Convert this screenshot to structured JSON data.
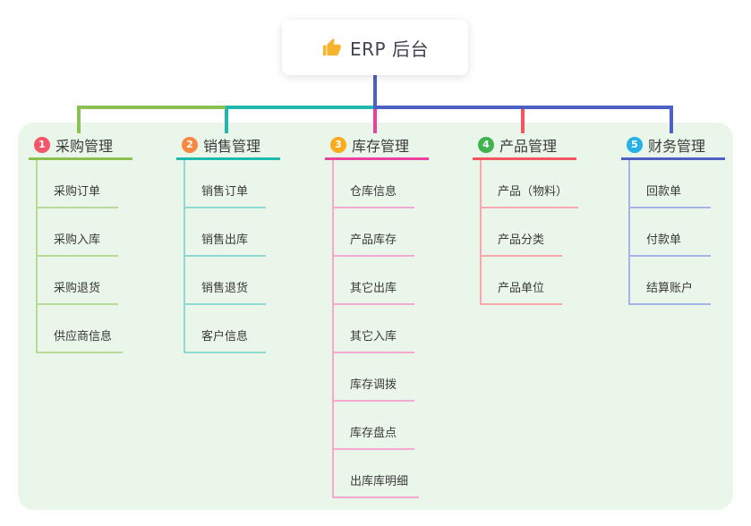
{
  "root": {
    "title": "ERP 后台",
    "icon": "thumbs-up-icon"
  },
  "colors": {
    "page_bg": "#ffffff",
    "panel_bg": "#e9f6e9",
    "root_connector": "#4d61c5",
    "text": "#3a3a3a"
  },
  "branches": [
    {
      "index": "1",
      "title": "采购管理",
      "badge_color": "#f2566b",
      "line_color": "#8bc152",
      "sub_line_color": "#b7dc99",
      "children": [
        "采购订单",
        "采购入库",
        "采购退货",
        "供应商信息"
      ]
    },
    {
      "index": "2",
      "title": "销售管理",
      "badge_color": "#f88742",
      "line_color": "#1fb8ac",
      "sub_line_color": "#8ed9d0",
      "children": [
        "销售订单",
        "销售出库",
        "销售退货",
        "客户信息"
      ]
    },
    {
      "index": "3",
      "title": "库存管理",
      "badge_color": "#fbab1c",
      "line_color": "#e8419e",
      "sub_line_color": "#f3a9d0",
      "children": [
        "仓库信息",
        "产品库存",
        "其它出库",
        "其它入库",
        "库存调拨",
        "库存盘点",
        "出库库明细"
      ]
    },
    {
      "index": "4",
      "title": "产品管理",
      "badge_color": "#3eb44e",
      "line_color": "#f5555e",
      "sub_line_color": "#f9a9ae",
      "children": [
        "产品（物料）",
        "产品分类",
        "产品单位"
      ]
    },
    {
      "index": "5",
      "title": "财务管理",
      "badge_color": "#27b1e6",
      "line_color": "#4d61c5",
      "sub_line_color": "#a5b3e7",
      "children": [
        "回款单",
        "付款单",
        "结算账户"
      ]
    }
  ]
}
